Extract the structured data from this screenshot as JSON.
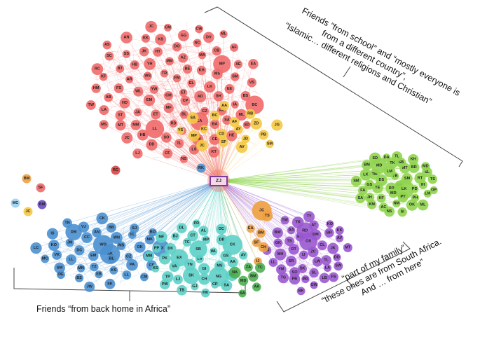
{
  "ego": {
    "label": "ZJ"
  },
  "annotations": {
    "top_right": [
      "Friends “from school” and “mostly everyone is",
      "from a different country”,",
      "“Islamic… different religions and Christian”"
    ],
    "bottom_left": "Friends “from back home in Africa”",
    "bottom_right": [
      "“part of my family”",
      "“these ones are from South Africa.",
      "And … from here”"
    ]
  },
  "clusters": [
    {
      "id": "red",
      "color": "#f06a6a",
      "labels": [
        "ET",
        "CM",
        "FM",
        "CP",
        "YW",
        "EL",
        "MF",
        "TR",
        "AD",
        "EM",
        "BE",
        "BL",
        "WS",
        "LK",
        "ET",
        "MM",
        "CZ",
        "WL",
        "KH",
        "RD",
        "YH",
        "SH",
        "JA",
        "AZ",
        "CA",
        "AR",
        "MS",
        "LL",
        "HT",
        "FA",
        "HD",
        "MA",
        "TA",
        "HB",
        "EE",
        "MM",
        "DO",
        "BA",
        "FS",
        "MP",
        "SO",
        "JK",
        "IA",
        "ST",
        "NC",
        "AW",
        "BT",
        "SM",
        "HB",
        "KS",
        "SA",
        "AB",
        "CB",
        "TL",
        "SS",
        "BS",
        "MT",
        "GG",
        "CE",
        "KF",
        "XE",
        "DD",
        "KK",
        "ML",
        "LA",
        "DV",
        "LS",
        "SC",
        "VS",
        "JC",
        "CM",
        "HE",
        "HM",
        "AF",
        "CF",
        "AN",
        "BC",
        "MS",
        "CW",
        "KT",
        "RC",
        "EA",
        "LJ",
        "JC",
        "SD",
        "TW",
        "ML",
        "NS",
        "AS"
      ]
    },
    {
      "id": "yellow",
      "color": "#f5c842",
      "labels": [
        "AY",
        "CD",
        "AF",
        "JD",
        "KC",
        "ZD",
        "SF",
        "BC",
        "PB",
        "MP",
        "RB",
        "AV",
        "SA",
        "JG",
        "JC",
        "AA",
        "SM",
        "YS"
      ]
    },
    {
      "id": "lightgreen",
      "color": "#8fd44e",
      "labels": [
        "RS",
        "RR",
        "YB",
        "LK",
        "DS",
        "SM",
        "MD",
        "LM",
        "PD",
        "TE",
        "MT",
        "PT",
        "TM",
        "RT",
        "KF",
        "TK",
        "PH",
        "GS",
        "BR",
        "NM",
        "MD",
        "IH",
        "JH",
        "SB",
        "OK",
        "LK",
        "SL",
        "AC",
        "DA",
        "LM",
        "FA",
        "KH",
        "SI",
        "BM",
        "TS",
        "KM",
        "TL",
        "ML",
        "SM",
        "MD",
        "NS",
        "SD",
        "OP",
        "SA"
      ]
    },
    {
      "id": "purple",
      "color": "#9b59d0",
      "labels": [
        "ZC",
        "IJ",
        "OS",
        "LW",
        "DT",
        "CL",
        "SK",
        "EM",
        "TL",
        "SR",
        "DM",
        "SL",
        "TS",
        "JK",
        "SO",
        "RD",
        "LA",
        "MH",
        "BR",
        "MG",
        "AA",
        "DD",
        "YM",
        "AT",
        "LB",
        "GK",
        "AV",
        "PB",
        "TR",
        "SW",
        "LL",
        "KO",
        "GW",
        "BW",
        "MT",
        "TG",
        "TY",
        "FS",
        "RJ",
        "KK",
        "BK",
        "TW"
      ]
    },
    {
      "id": "blue",
      "color": "#4a90d0",
      "labels": [
        "AK",
        "EM",
        "WO",
        "BL",
        "DC",
        "MS",
        "TZ",
        "CC",
        "CZ",
        "LL",
        "WN",
        "KS",
        "JM",
        "OK",
        "MN",
        "AN",
        "PA",
        "VK",
        "IC",
        "EB",
        "DM",
        "RC",
        "SM",
        "BB",
        "LL",
        "KO",
        "MK",
        "BS",
        "VJ",
        "CS",
        "MC",
        "SJ",
        "SK",
        "IS",
        "DX",
        "DE",
        "CK",
        "CM",
        "LC",
        "BO",
        "JW",
        "TN"
      ]
    },
    {
      "id": "cyan",
      "color": "#5dd0c8",
      "labels": [
        "LS",
        "TN",
        "SB",
        "GI",
        "EX",
        "WL",
        "SK",
        "TC",
        "MS",
        "VA",
        "MP",
        "CH",
        "DK",
        "GS",
        "LJ",
        "CT",
        "NG",
        "PK",
        "DB",
        "GJ",
        "BJ",
        "AA",
        "TP",
        "AL",
        "CP",
        "PP",
        "CK",
        "TB",
        "DL",
        "MX",
        "KS",
        "OC",
        "HK",
        "MF",
        "AV",
        "PW",
        "PD",
        "SA",
        "MM"
      ]
    },
    {
      "id": "orange",
      "color": "#f0a040",
      "labels": [
        "BM",
        "SF",
        "JC",
        "CH",
        "EA",
        "TS",
        "IJ"
      ]
    },
    {
      "id": "green",
      "color": "#4caf50",
      "labels": [
        "BM",
        "MD",
        "ZA",
        "AA",
        "NA",
        "TC",
        "SA"
      ]
    }
  ],
  "isolates": [
    "BM",
    "SF",
    "MC",
    "JC",
    "BM",
    "RC",
    "RK"
  ]
}
